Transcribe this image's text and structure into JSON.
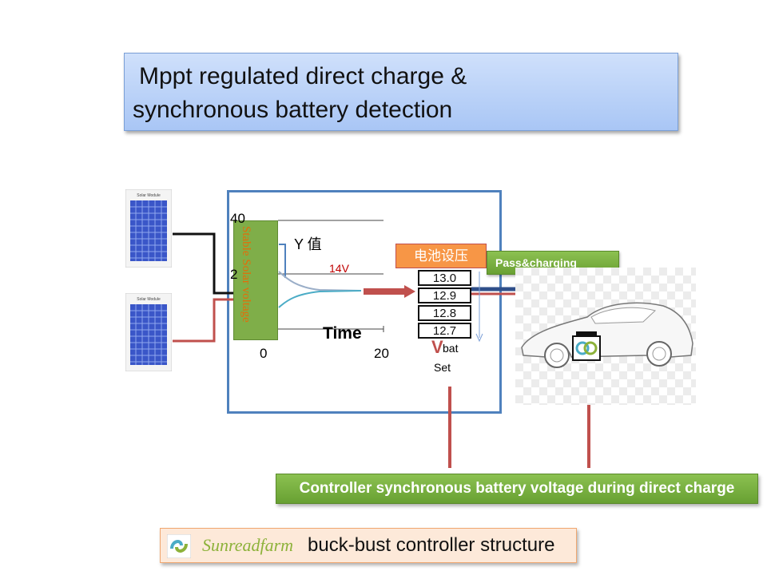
{
  "title": {
    "line1": "Mppt regulated direct charge &",
    "line2": "synchronous battery detection"
  },
  "solar_modules": [
    {
      "label": "Solar Module"
    },
    {
      "label": "Solar Module"
    }
  ],
  "graph": {
    "y_ticks": [
      "40",
      "2"
    ],
    "x_ticks": [
      "0",
      "20"
    ],
    "y_label": "Y 值",
    "x_label": "Time",
    "voltage_label": "14V",
    "stable_box_label": "Stable Solar voltage"
  },
  "battery": {
    "set_label": "电池设压",
    "values": [
      "13.0",
      "12.9",
      "12.8",
      "12.7"
    ],
    "vbat_v": "V",
    "vbat_sub": "bat",
    "set_text": "Set"
  },
  "pass_label": "Pass&charging",
  "controller_label": "Controller synchronous battery voltage during direct charge",
  "brand": {
    "name": "Sunreadfarm",
    "description": "buck-bust controller structure"
  },
  "colors": {
    "title_bg": "#b8d0f8",
    "panel_border": "#4f81bd",
    "stable_fill": "#7fae49",
    "orange": "#f79646",
    "red_arrow": "#c0504d",
    "green_box": "#77b03c"
  }
}
